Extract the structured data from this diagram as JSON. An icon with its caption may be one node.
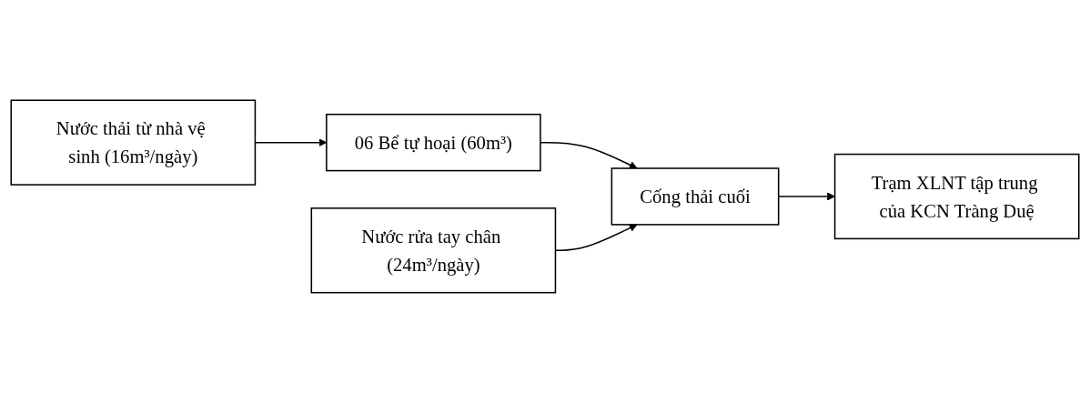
{
  "diagram": {
    "nodes": [
      {
        "text": [
          "Nước thải từ nhà vệ sinh (16m³/ngày)"
        ]
      },
      {
        "text": [
          "06 Bể tự hoại (60m³)"
        ]
      },
      {
        "text": [
          "Nước rửa tay chân (24m³/ngày)"
        ]
      },
      {
        "text": [
          "Cống thải cuối"
        ]
      },
      {
        "text": [
          "Trạm XLNT tập trung của KCN Tràng Duệ"
        ]
      }
    ],
    "edges": [
      {
        "from": 0,
        "to": 1,
        "arrow": "to"
      },
      {
        "from": 1,
        "to": 3,
        "arrow": "to"
      },
      {
        "from": 2,
        "to": 3,
        "arrow": "to"
      },
      {
        "from": 3,
        "to": 4,
        "arrow": "to"
      }
    ]
  }
}
